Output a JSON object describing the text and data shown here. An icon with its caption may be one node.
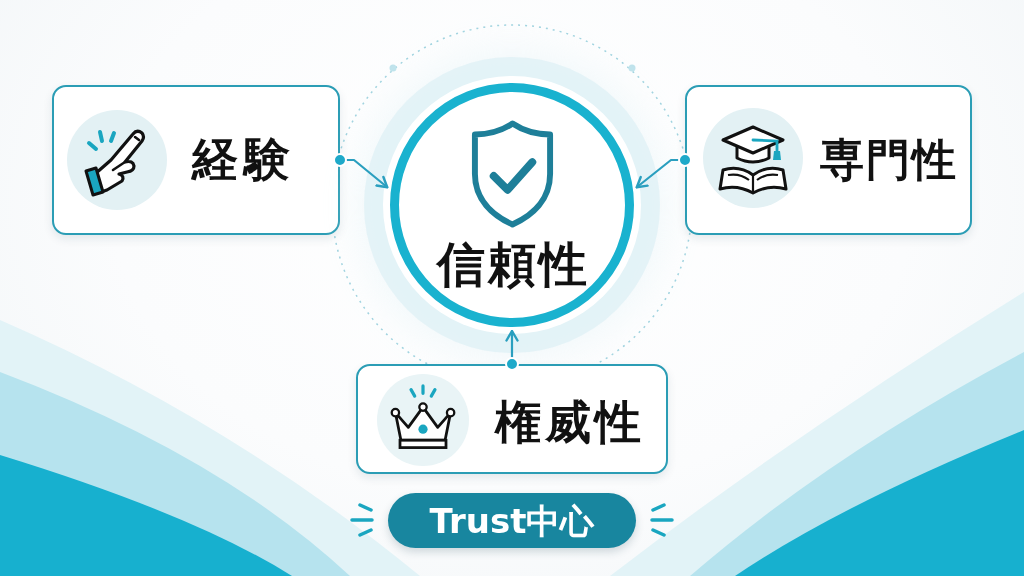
{
  "diagram": {
    "nodes": [
      {
        "text": [
          "経験"
        ]
      },
      {
        "text": [
          "信頼性"
        ]
      },
      {
        "text": [
          "専門性"
        ]
      },
      {
        "text": [
          "権威性"
        ]
      },
      {
        "text": [
          "Trust中心"
        ]
      }
    ],
    "edges": [
      {
        "from": 0,
        "to": 1,
        "arrow": "to"
      },
      {
        "from": 2,
        "to": 1,
        "arrow": "to"
      },
      {
        "from": 3,
        "to": 1,
        "arrow": "to"
      }
    ]
  }
}
